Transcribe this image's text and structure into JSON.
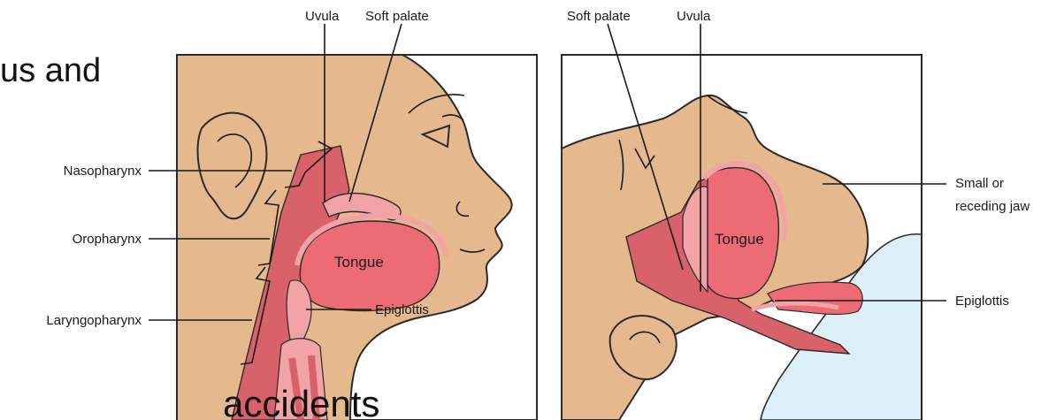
{
  "slide": {
    "text_fragment_top": "us and",
    "text_fragment_bottom": "accidents"
  },
  "left_panel": {
    "labels": {
      "uvula": "Uvula",
      "soft_palate": "Soft palate",
      "nasopharynx": "Nasopharynx",
      "oropharynx": "Oropharynx",
      "laryngopharynx": "Laryngopharynx",
      "tongue": "Tongue",
      "epiglottis": "Epiglottis"
    }
  },
  "right_panel": {
    "labels": {
      "soft_palate": "Soft palate",
      "uvula": "Uvula",
      "tongue": "Tongue",
      "jaw_line1": "Small or",
      "jaw_line2": "receding jaw",
      "epiglottis": "Epiglottis"
    }
  },
  "colors": {
    "skin": "#E5B88E",
    "tissue_dark": "#D9616A",
    "tissue_mid": "#EC6B74",
    "tissue_light": "#F1A3A6",
    "pillow": "#DDEFF8"
  }
}
